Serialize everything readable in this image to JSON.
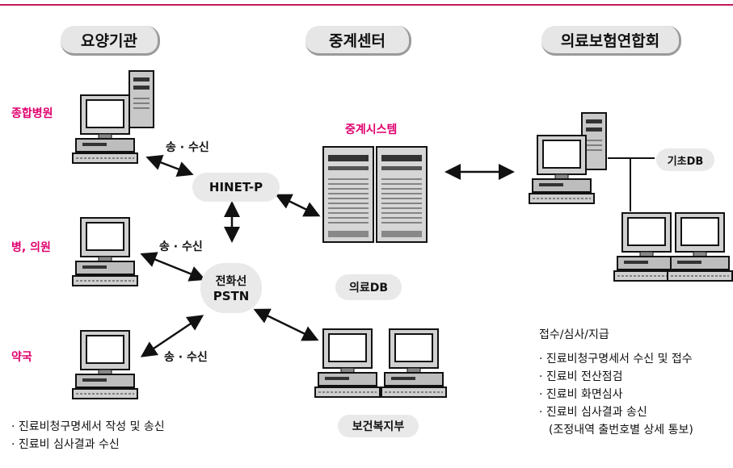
{
  "headers": {
    "left": "요양기관",
    "center": "중계센터",
    "right": "의료보험연합회"
  },
  "institutions": {
    "hospital_general": "종합병원",
    "hospital_clinic": "병, 의원",
    "pharmacy": "약국"
  },
  "links": {
    "send_receive_1": "송 · 수신",
    "send_receive_2": "송 · 수신",
    "send_receive_3": "송 · 수신"
  },
  "networks": {
    "hinet": "HINET-P",
    "pstn_line1": "전화선",
    "pstn_line2": "PSTN"
  },
  "center": {
    "relay_system": "중계시스템",
    "medical_db": "의료DB",
    "ministry": "보건복지부"
  },
  "federation": {
    "basic_db": "기초DB",
    "process_title": "접수/심사/지급",
    "process_items": [
      "· 진료비청구명세서 수신 및 접수",
      "· 진료비 전산점검",
      "· 진료비 화면심사",
      "· 진료비 심사결과 송신",
      "(조정내역 출번호별 상세 통보)"
    ]
  },
  "institution_tasks": [
    "· 진료비청구명세서 작성 및 송신",
    "· 진료비 심사결과 수신"
  ]
}
